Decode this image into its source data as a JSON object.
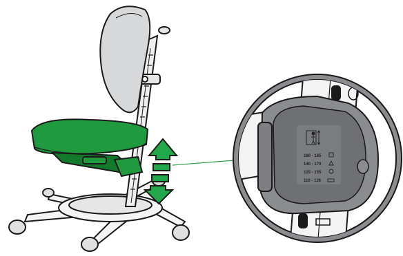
{
  "colors": {
    "seat_green": "#1f9a3e",
    "seat_green_dark": "#137a2c",
    "arrow_green": "#22a84a",
    "backrest_grey": "#d7d8da",
    "knob_grey": "#8a8c8f",
    "knob_grey_dark": "#6e7073",
    "outline": "#1a1a1a",
    "leader_line": "#2f9a4a"
  },
  "height_scale": {
    "rows": [
      {
        "range": "160 - 185",
        "shape": "square-icon"
      },
      {
        "range": "140 - 170",
        "shape": "triangle-icon"
      },
      {
        "range": "125 - 155",
        "shape": "circle-icon"
      },
      {
        "range": "110 - 126",
        "shape": "rectangle-icon"
      }
    ]
  },
  "icons": {
    "adjust_arrow": "up-down-double-arrow-icon",
    "person_pictogram": "person-height-icon"
  }
}
